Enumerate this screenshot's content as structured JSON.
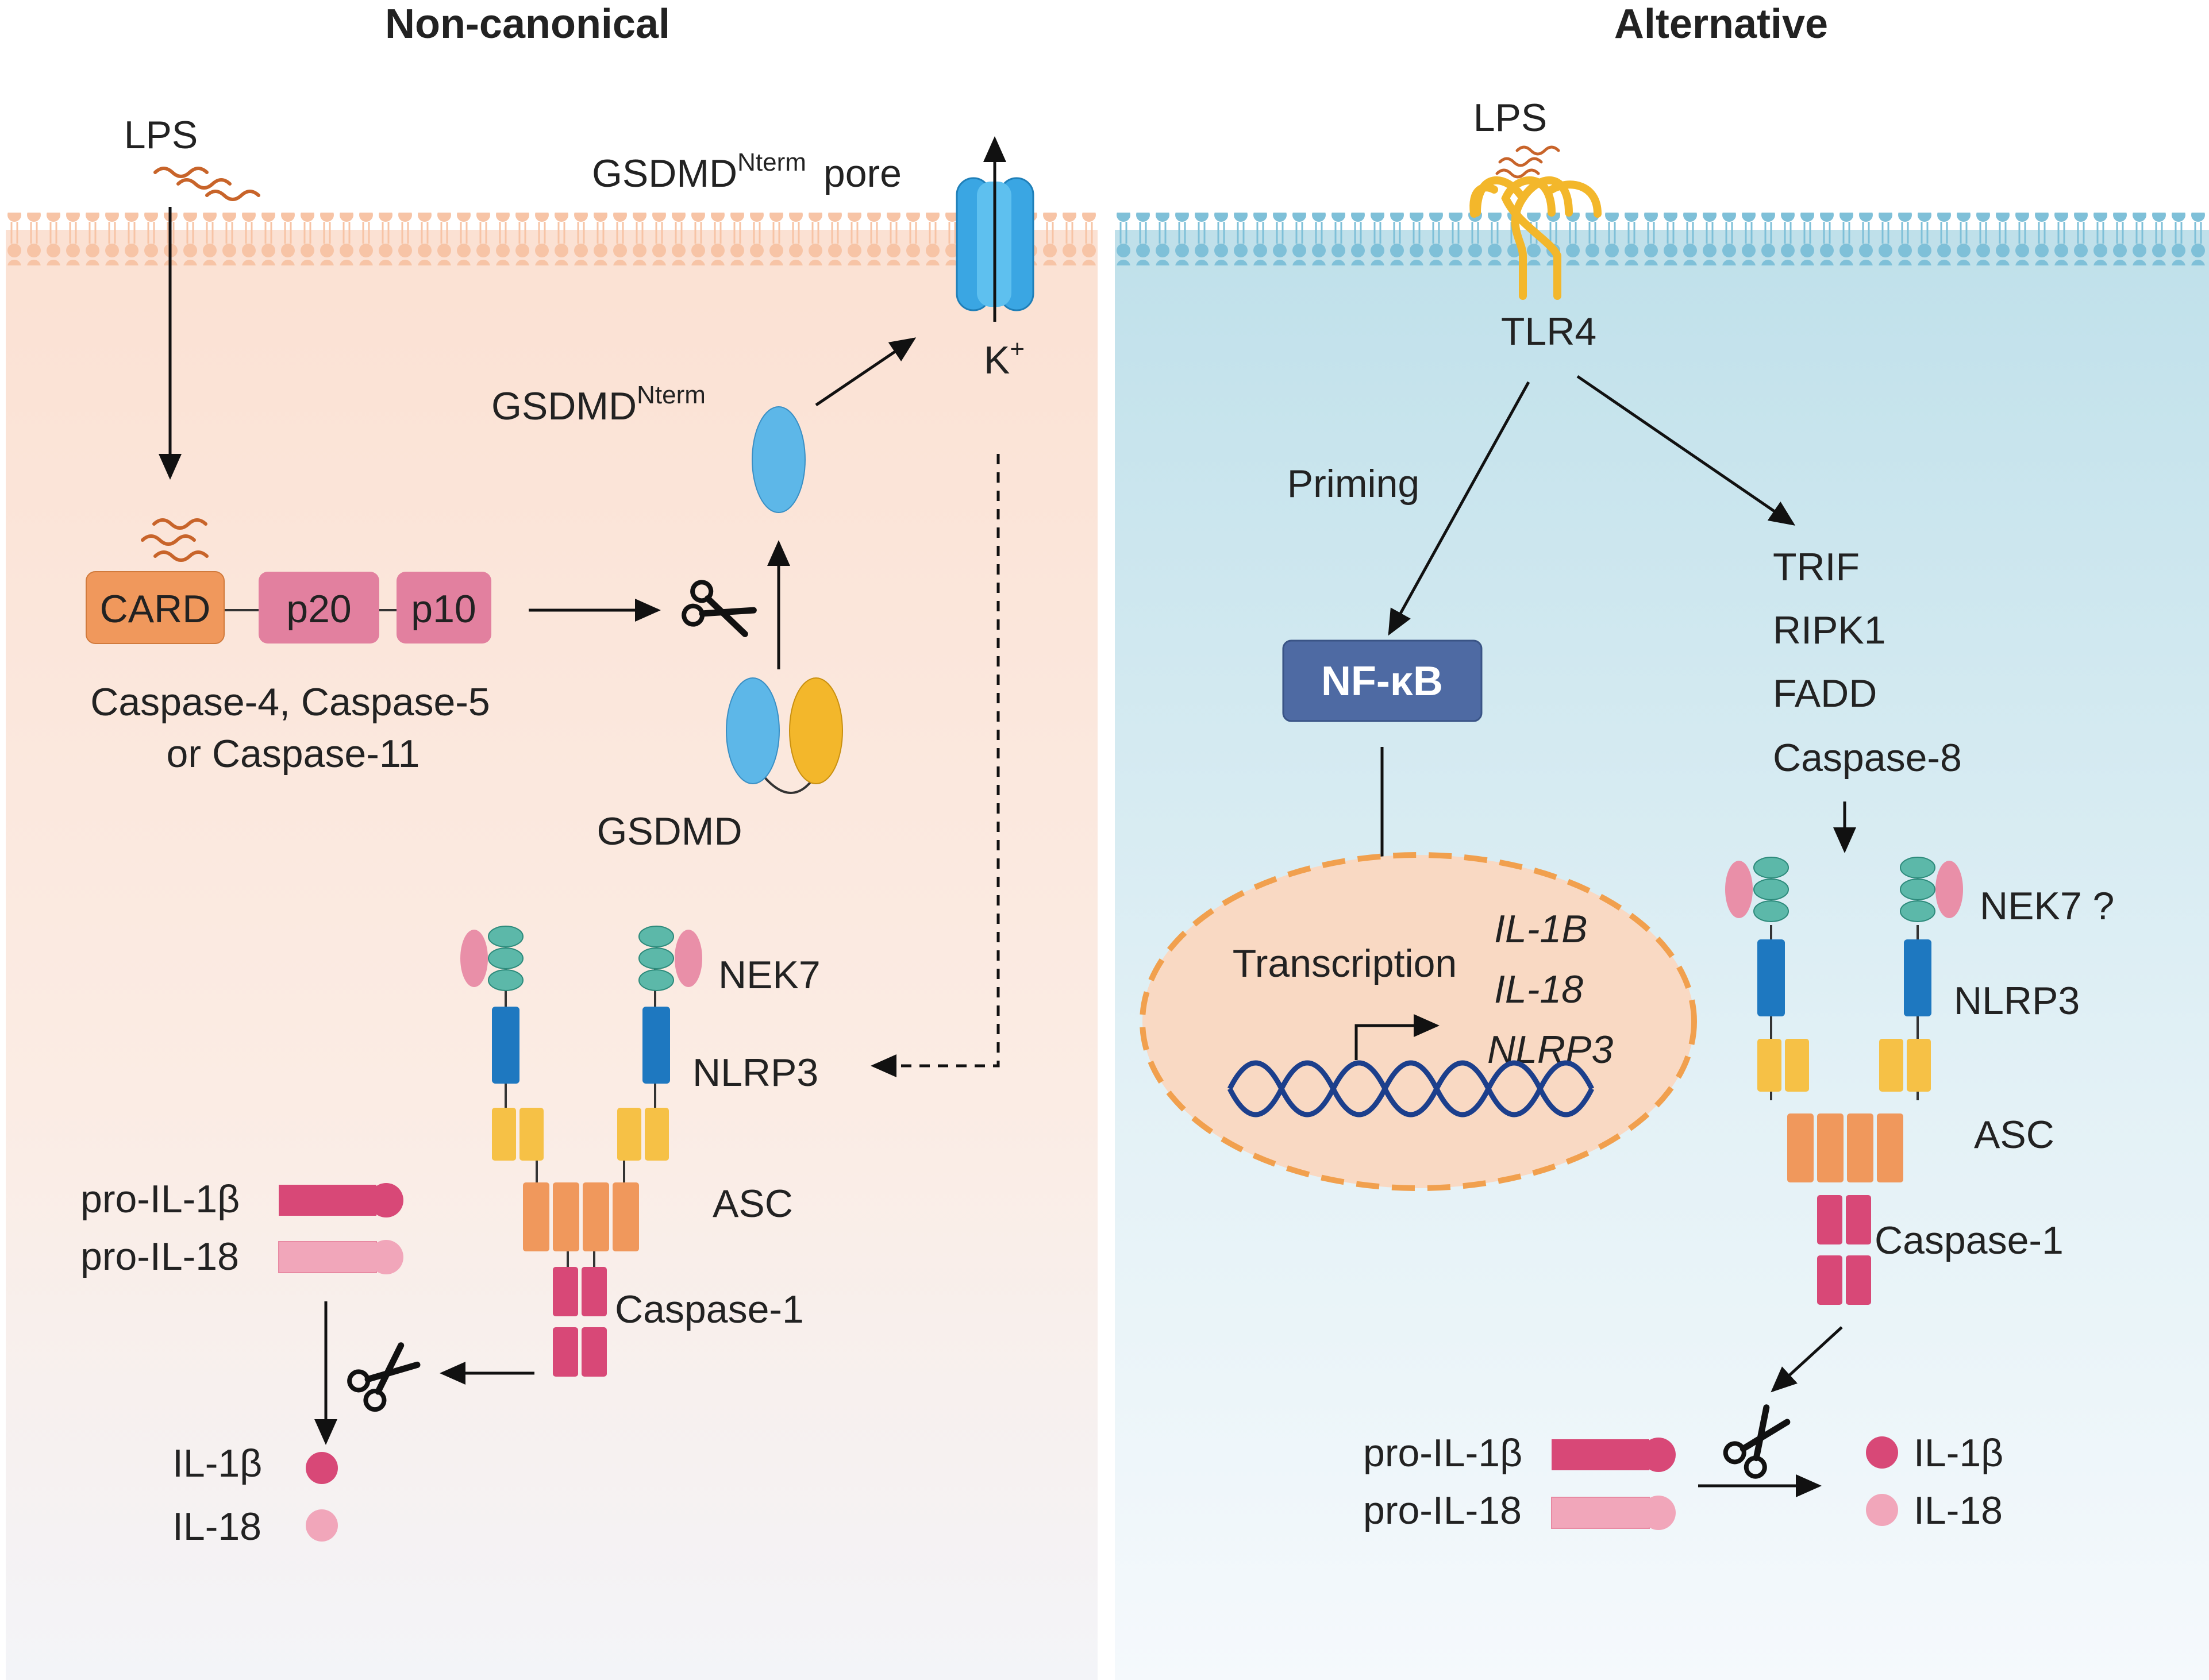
{
  "panels": {
    "left": {
      "title": "Non-canonical",
      "lps": "LPS",
      "pore_label": "GSDMD",
      "pore_sup": "Nterm",
      "pore_word": "pore",
      "potassium": "K",
      "potassium_sup": "+",
      "nterm_label": "GSDMD",
      "nterm_sup": "Nterm",
      "card": "CARD",
      "p20": "p20",
      "p10": "p10",
      "caspase_line1": "Caspase-4, Caspase-5",
      "caspase_line2": "or Caspase-11",
      "gsdmd": "GSDMD",
      "nek7": "NEK7",
      "nlrp3": "NLRP3",
      "asc": "ASC",
      "caspase1": "Caspase-1",
      "pro_il1b": "pro-IL-1β",
      "pro_il18": "pro-IL-18",
      "il1b": "IL-1β",
      "il18": "IL-18"
    },
    "right": {
      "title": "Alternative",
      "lps": "LPS",
      "tlr4": "TLR4",
      "priming": "Priming",
      "nfkb": "NF-κB",
      "transcription": "Transcription",
      "genes": [
        "IL-1B",
        "IL-18",
        "NLRP3"
      ],
      "cascade": [
        "TRIF",
        "RIPK1",
        "FADD",
        "Caspase-8"
      ],
      "nek7": "NEK7 ?",
      "nlrp3": "NLRP3",
      "asc": "ASC",
      "caspase1": "Caspase-1",
      "pro_il1b": "pro-IL-1β",
      "pro_il18": "pro-IL-18",
      "il1b": "IL-1β",
      "il18": "IL-18"
    }
  },
  "colors": {
    "left_bg_top": "#fbe1d3",
    "right_bg_top": "#bfe0ea",
    "left_membrane": "#f7c4a6",
    "right_membrane": "#7fc0d8",
    "card": "#f0985c",
    "caspase_domain": "#e2809f",
    "gsdmd_blue": "#5db7e8",
    "gsdmd_yellow": "#f3b72b",
    "nfkb": "#4e6aa3",
    "nucleus": "#f1a04e",
    "il1b": "#d84877",
    "il18": "#f1a6ba"
  }
}
